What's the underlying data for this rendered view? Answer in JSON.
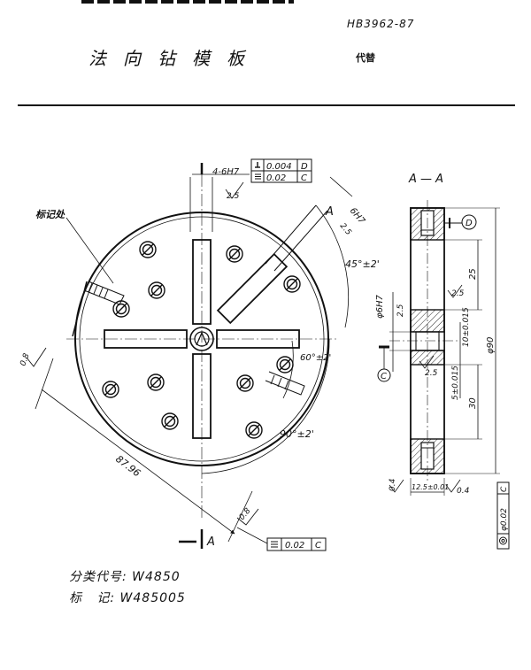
{
  "document": {
    "standard_no": "HB3962-87",
    "title": "法向钻模板",
    "replaces_label": "代替"
  },
  "drawing": {
    "section_title": "A — A",
    "section_mark": "A",
    "section_mark_bottom": "A",
    "marking_location_label": "标记处",
    "labels": {
      "holes": "4-6H7",
      "hole_6h7": "6H7",
      "tol_perp": "0.004",
      "datum_d": "D",
      "tol_flat_top": "0.02",
      "datum_c": "C",
      "roughness_25": "2.5",
      "roughness_08": "0.8",
      "roughness_04": "0.4",
      "angle_45": "45°±2'",
      "angle_60": "60°±2'",
      "angle_90": "90°±2'",
      "radius_8796": "87.96",
      "bore_6h7": "φ6H7",
      "dim_25": "25",
      "dim_10": "10±0.015",
      "dim_5": "5±0.015",
      "dim_30": "30",
      "dia_90": "φ90",
      "dim_125": "12.5±0.01",
      "tol_bottom": "0.02",
      "tol_coax": "φ0.02",
      "datum_c_circle": "C",
      "datum_d_circle": "D"
    }
  },
  "classification": {
    "code_label": "分类代号",
    "code_value": "W4850",
    "mark_label": "标   记",
    "mark_value": "W485005"
  }
}
